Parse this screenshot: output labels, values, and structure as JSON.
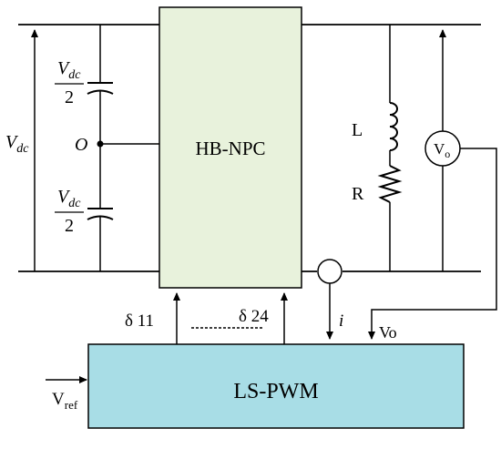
{
  "diagram": {
    "vdc_label": "V",
    "vdc_sub": "dc",
    "cap_top": {
      "num": "V",
      "num_sub": "dc",
      "den": "2"
    },
    "cap_bottom": {
      "num": "V",
      "num_sub": "dc",
      "den": "2"
    },
    "midpoint_label": "O",
    "hbnpc_label": "HB-NPC",
    "inductor_label": "L",
    "resistor_label": "R",
    "voltmeter_label": "V",
    "voltmeter_sub": "o",
    "delta_first": "δ 11",
    "delta_last": "δ 24",
    "current_label": "i",
    "vo_feedback": "Vo",
    "vref_label": "V",
    "vref_sub": "ref",
    "lspwm_label": "LS-PWM",
    "colors": {
      "hbnpc_fill": "#e8f2dc",
      "lspwm_fill": "#a8dde6",
      "line": "#000000"
    }
  }
}
